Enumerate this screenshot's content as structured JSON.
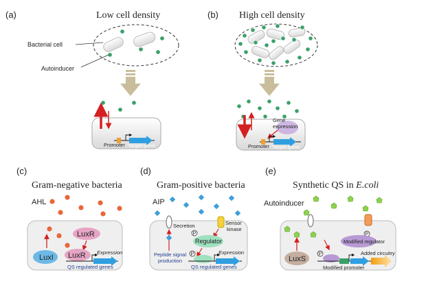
{
  "panels": {
    "a": {
      "letter": "(a)",
      "title": "Low cell density",
      "bacterial_cell": "Bacterial cell",
      "autoinducer": "Autoinducer",
      "promoter": "Promoter",
      "target_gene": "Target gene"
    },
    "b": {
      "letter": "(b)",
      "title": "High cell density",
      "gene_expression_1": "Gene",
      "gene_expression_2": "expression",
      "promoter": "Promoter",
      "target_gene": "Target gene"
    },
    "c": {
      "letter": "(c)",
      "title": "Gram-negative bacteria",
      "signal": "AHL",
      "receptor": "LuxR",
      "receptor_bound": "LuxR",
      "synthase": "LuxI",
      "expression": "Expression",
      "genes": "QS regulated genes"
    },
    "d": {
      "letter": "(d)",
      "title": "Gram-positive bacteria",
      "signal": "AIP",
      "secretion": "Secretion",
      "sensor_1": "Sensor",
      "sensor_2": "kinase",
      "phospho": "P",
      "regulator": "Regulator",
      "peptide_1": "Peptide signal",
      "peptide_2": "production",
      "expression": "Expression",
      "genes": "QS regulated genes"
    },
    "e": {
      "letter": "(e)",
      "title_prefix": "Synthetic QS in ",
      "title_italic": "E.coli",
      "signal": "Autoinducer",
      "phospho": "P",
      "modified_regulator": "Modified regulator",
      "synthase": "LuxS",
      "modified_promoter": "Modified promoter",
      "added_circuitry": "Added circuitry"
    }
  },
  "colors": {
    "autoinducer": "#3aa06a",
    "ahl": "#e8673a",
    "aip": "#3f9fd8",
    "ai_e": "#8fd14f",
    "red_arrow": "#d42020",
    "gene_blue": "#2f9fe0",
    "down_arrow": "#c9bd9b",
    "luxr": "#e6a4c4",
    "luxi": "#6db9e6",
    "regulator": "#9fe0bf",
    "mod_regulator": "#b79ad4",
    "luxs": "#c4aea0",
    "cell_fill": "#efefef"
  }
}
